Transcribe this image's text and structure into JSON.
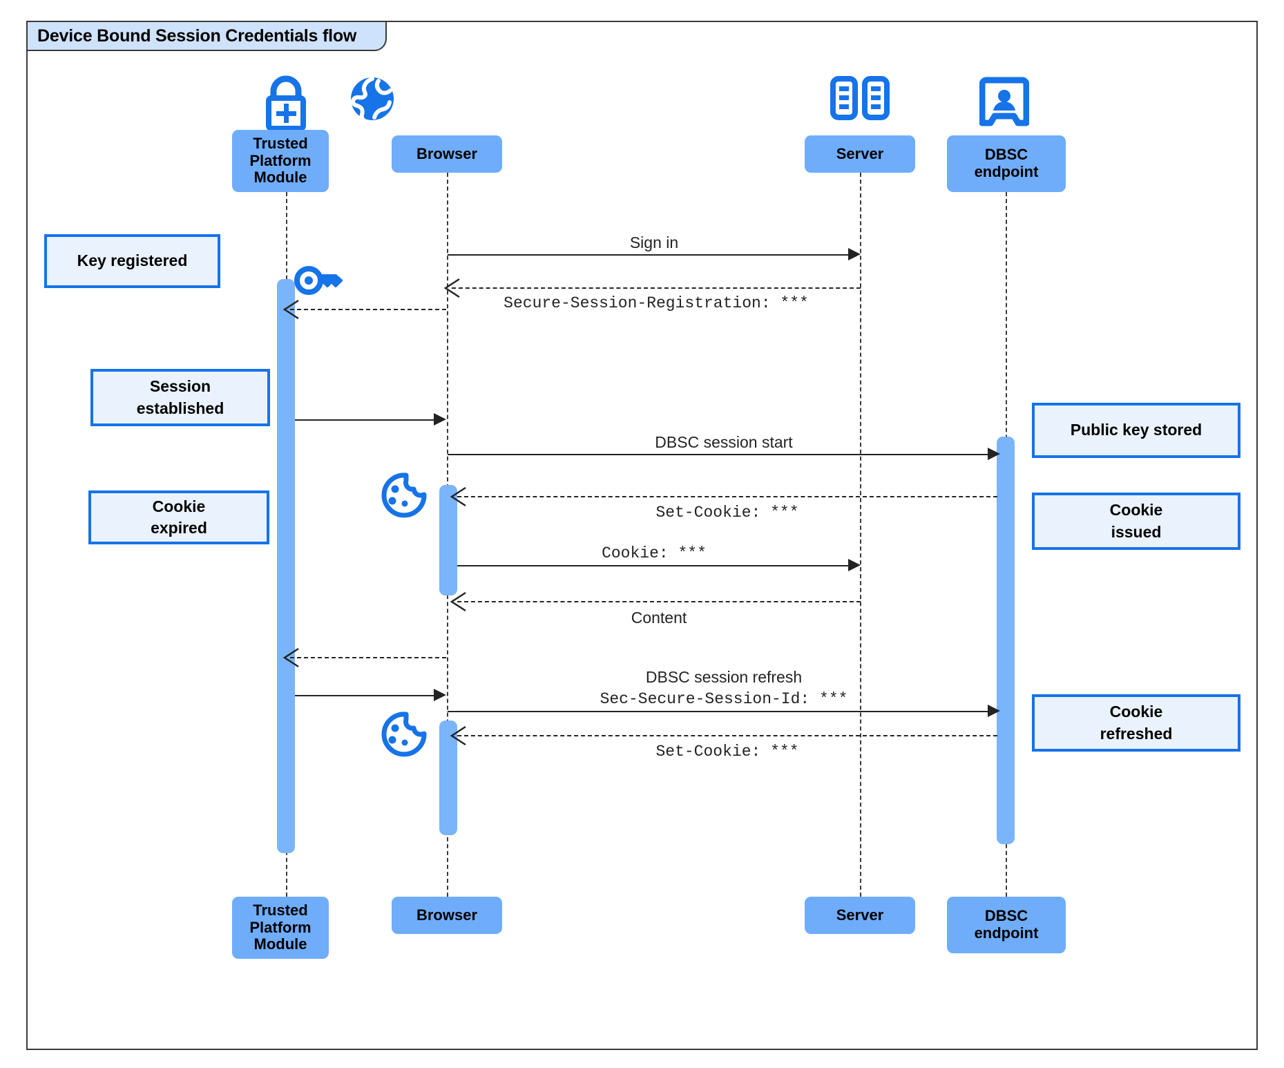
{
  "diagram": {
    "frame_label": "Device Bound Session Credentials flow",
    "type": "uml-sequence-diagram",
    "colors": {
      "participant_fill": "#6fadfb",
      "activation_fill": "#7ab4fb",
      "note_fill": "#eaf2fe",
      "note_border": "#1673e8",
      "icon_blue": "#1673e8",
      "frame_label_fill": "#cfe2fb",
      "line": "#232323"
    }
  },
  "participants": [
    {
      "id": "tpm",
      "label": "Trusted\nPlatform\nModule",
      "icon": "lock-plus-icon"
    },
    {
      "id": "browser",
      "label": "Browser",
      "icon": "globe-icon"
    },
    {
      "id": "server",
      "label": "Server",
      "icon": "server-racks-icon"
    },
    {
      "id": "dbsc",
      "label": "DBSC\nendpoint",
      "icon": "id-badge-icon"
    }
  ],
  "messages": [
    {
      "id": "m1",
      "from": "browser",
      "to": "server",
      "style": "solid",
      "label": "Sign in",
      "mono": false
    },
    {
      "id": "m2",
      "from": "server",
      "to": "browser",
      "style": "dashed",
      "label": "Secure-Session-Registration: ***",
      "mono": true
    },
    {
      "id": "m3",
      "from": "browser",
      "to": "tpm",
      "style": "dashed",
      "label": "",
      "mono": false
    },
    {
      "id": "m4",
      "from": "tpm",
      "to": "browser",
      "style": "solid",
      "label": "",
      "mono": false
    },
    {
      "id": "m5",
      "from": "browser",
      "to": "dbsc",
      "style": "solid",
      "label": "DBSC session start",
      "mono": false
    },
    {
      "id": "m6",
      "from": "dbsc",
      "to": "browser",
      "style": "dashed",
      "label": "Set-Cookie: ***",
      "mono": true
    },
    {
      "id": "m7",
      "from": "browser",
      "to": "server",
      "style": "solid",
      "label": "Cookie: ***",
      "mono": true
    },
    {
      "id": "m8",
      "from": "server",
      "to": "browser",
      "style": "dashed",
      "label": "Content",
      "mono": false
    },
    {
      "id": "m9",
      "from": "browser",
      "to": "tpm",
      "style": "dashed",
      "label": "",
      "mono": false
    },
    {
      "id": "m10",
      "from": "tpm",
      "to": "browser",
      "style": "solid",
      "label": "",
      "mono": false
    },
    {
      "id": "m11",
      "from": "browser",
      "to": "dbsc",
      "style": "solid",
      "label": "DBSC session refresh",
      "label2": "Sec-Secure-Session-Id: ***",
      "mono": false
    },
    {
      "id": "m12",
      "from": "dbsc",
      "to": "browser",
      "style": "dashed",
      "label": "Set-Cookie: ***",
      "mono": true
    }
  ],
  "notes": [
    {
      "id": "n1",
      "text": "Key registered",
      "side": "left-of-tpm"
    },
    {
      "id": "n2",
      "text": "Session\nestablished",
      "side": "left-of-tpm"
    },
    {
      "id": "n3",
      "text": "Cookie\nexpired",
      "side": "left-of-tpm"
    },
    {
      "id": "n4",
      "text": "Public key stored",
      "side": "right-of-dbsc"
    },
    {
      "id": "n5",
      "text": "Cookie\nissued",
      "side": "right-of-dbsc"
    },
    {
      "id": "n6",
      "text": "Cookie\nrefreshed",
      "side": "right-of-dbsc"
    }
  ],
  "inline_icons": [
    {
      "id": "i1",
      "name": "key-icon",
      "near": "tpm-lifeline"
    },
    {
      "id": "i2",
      "name": "cookie-icon",
      "near": "browser-lifeline"
    },
    {
      "id": "i3",
      "name": "cookie-icon",
      "near": "browser-lifeline"
    }
  ]
}
